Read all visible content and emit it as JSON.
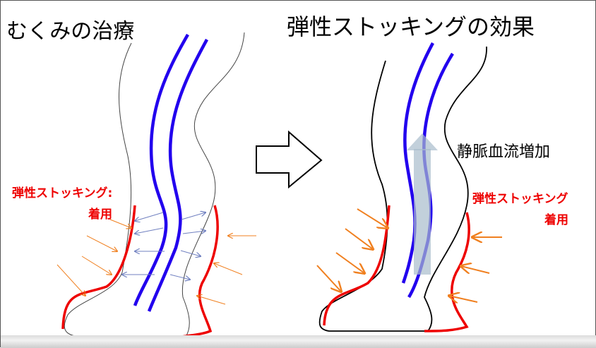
{
  "left_panel": {
    "title": "むくみの治療",
    "stocking_label_line1": "弾性ストッキング:",
    "stocking_label_line2": "着用"
  },
  "right_panel": {
    "title": "弾性ストッキングの効果",
    "flow_label": "静脈血流増加",
    "stocking_label_line1": "弾性ストッキング",
    "stocking_label_line2": "着用"
  },
  "colors": {
    "vein": "#2200ee",
    "stocking": "#ee0000",
    "pressure_arrow": "#f08020",
    "exchange_arrow": "#7080c0"
  }
}
